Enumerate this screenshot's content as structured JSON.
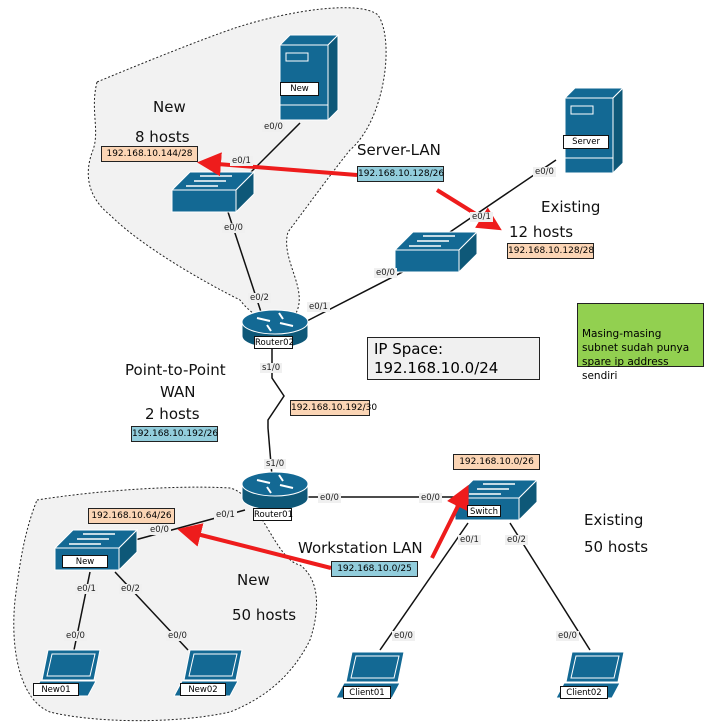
{
  "colors": {
    "device": "#136994",
    "orange_box": "#fbd5b5",
    "blue_box": "#92cddc",
    "note_bg": "#92d050",
    "arrow": "#ee1c1c",
    "cloud": "#f2f2f2"
  },
  "labels": {
    "top_new": "New",
    "top_hosts": "8 hosts",
    "server_lan": "Server-LAN",
    "existing_server": "Existing",
    "existing_hosts": "12 hosts",
    "p2p_line1": "Point-to-Point",
    "p2p_line2": "WAN",
    "p2p_hosts": "2 hosts",
    "ws_existing": "Existing",
    "ws_existing_hosts": "50 hosts",
    "workstation_lan": "Workstation LAN",
    "bottom_new": "New",
    "bottom_hosts": "50 hosts"
  },
  "subnets": {
    "top_new": "192.168.10.144/28",
    "server_lan": "192.168.10.128/26",
    "existing_server": "192.168.10.128/28",
    "p2p_plan": "192.168.10.192/26",
    "p2p": "192.168.10.192/30",
    "ws_existing": "192.168.10.0/26",
    "bottom_new": "192.168.10.64/26",
    "workstation_lan": "192.168.10.0/25"
  },
  "ip_space": {
    "line1": "IP Space:",
    "line2": "192.168.10.0/24"
  },
  "note": "Masing-masing subnet sudah punya spare ip address sendiri",
  "devices": {
    "server_new": "New",
    "server_existing": "Server",
    "router02": "Router02",
    "router01": "Router01",
    "switch": "Switch",
    "switch_new": "New",
    "new01": "New01",
    "new02": "New02",
    "client01": "Client01",
    "client02": "Client02"
  },
  "ports": {
    "srvnew_e00": "e0/0",
    "sw1_e01": "e0/1",
    "sw1_e00": "e0/0",
    "r2_e02": "e0/2",
    "r2_e01": "e0/1",
    "sw2_e00": "e0/0",
    "sw2_e01": "e0/1",
    "srv_e00": "e0/0",
    "r2_s10": "s1/0",
    "r1_s10": "s1/0",
    "r1_e00": "e0/0",
    "sw3_e00": "e0/0",
    "r1_e01": "e0/1",
    "swn_e00": "e0/0",
    "swn_e01": "e0/1",
    "swn_e02": "e0/2",
    "new01_e00": "e0/0",
    "new02_e00": "e0/0",
    "sw3_e01": "e0/1",
    "sw3_e02": "e0/2",
    "c1_e00": "e0/0",
    "c2_e00": "e0/0"
  }
}
